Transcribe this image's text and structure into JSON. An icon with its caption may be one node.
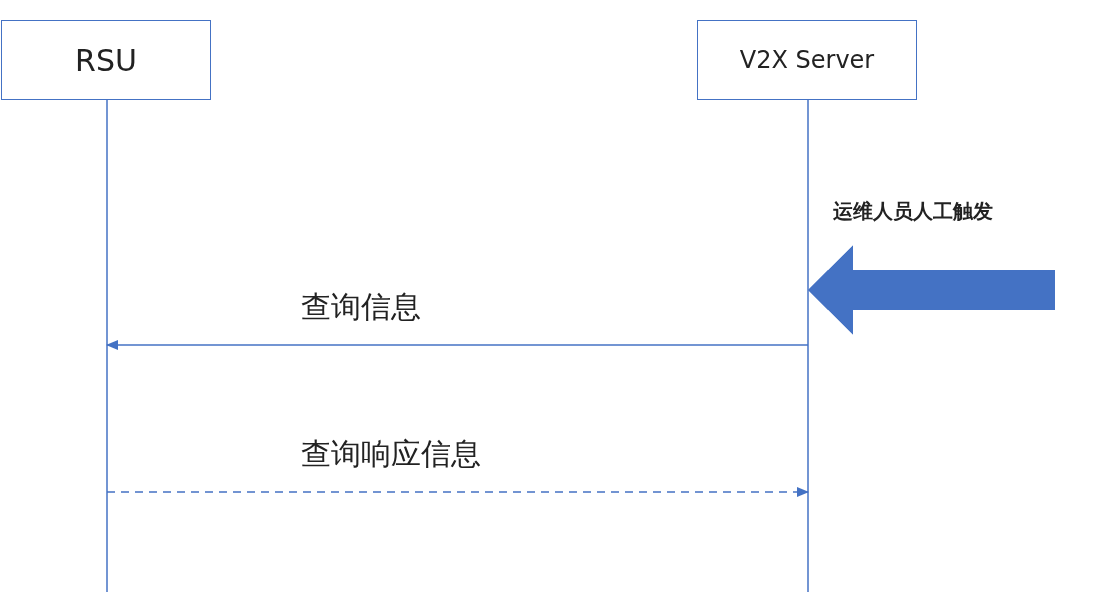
{
  "diagram": {
    "nodes": [
      {
        "text": [
          "RSU"
        ]
      },
      {
        "text": [
          "V2X Server"
        ]
      }
    ],
    "edges": [
      {
        "from": null,
        "to": 1,
        "arrow": "to",
        "style": "thick",
        "label": "运维人员人工触发"
      },
      {
        "from": 1,
        "to": 0,
        "arrow": "to",
        "label": "查询信息"
      },
      {
        "from": 0,
        "to": 1,
        "arrow": "to",
        "style": "dashed",
        "label": "查询响应信息"
      }
    ]
  }
}
